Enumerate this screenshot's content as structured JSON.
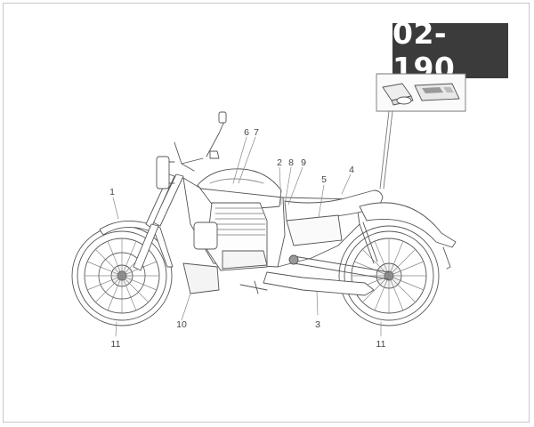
{
  "diagram": {
    "code": "02-190",
    "callouts": {
      "c1": "1",
      "c2": "2",
      "c3": "3",
      "c4": "4",
      "c5": "5",
      "c6": "6",
      "c7": "7",
      "c8": "8",
      "c9": "9",
      "c10": "10",
      "c11_front": "11",
      "c11_rear": "11"
    }
  }
}
